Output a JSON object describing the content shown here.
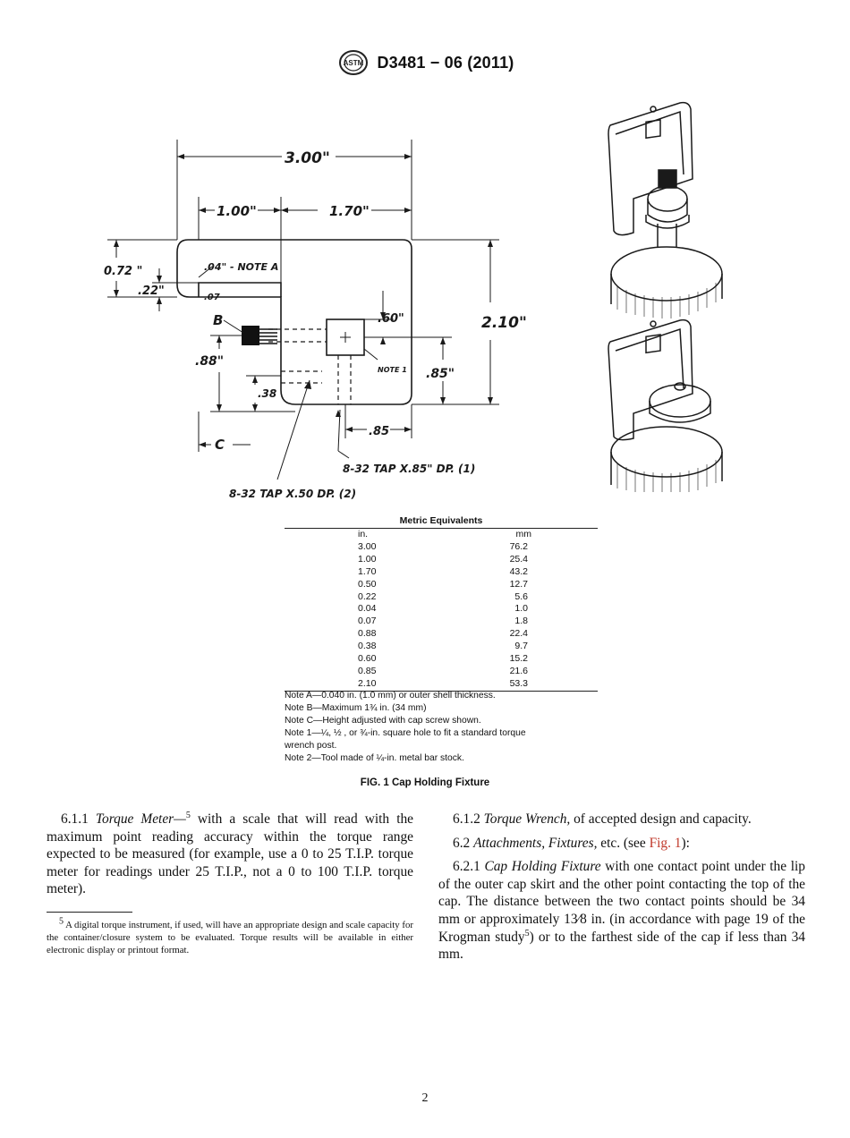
{
  "header": {
    "logo_text": "ASTM",
    "title": "D3481 − 06 (2011)"
  },
  "drawing": {
    "dimensions": {
      "overall_width": "3.00\"",
      "left_width": "1.00\"",
      "right_width": "1.70\"",
      "top_height": "0.72 \"",
      "step_height": ".22\"",
      "note_a": ".04\" - NOTE A",
      "offset_07": ".07",
      "label_b": "B",
      "hole_060": ".60\"",
      "overall_height": "2.10\"",
      "left_088": ".88\"",
      "note_1": "NOTE 1",
      "right_085": ".85\"",
      "bottom_038": ".38",
      "label_c": "C",
      "bottom_085": ".85",
      "tap_1": "8-32 TAP X.85\" DP. (1)",
      "tap_2": "8-32 TAP X.50 DP. (2)"
    }
  },
  "metric": {
    "title": "Metric Equivalents",
    "col_in": "in.",
    "col_mm": "mm",
    "rows": [
      {
        "in": "3.00",
        "mm": "76.2"
      },
      {
        "in": "1.00",
        "mm": "25.4"
      },
      {
        "in": "1.70",
        "mm": "43.2"
      },
      {
        "in": "0.50",
        "mm": "12.7"
      },
      {
        "in": "0.22",
        "mm": "5.6"
      },
      {
        "in": "0.04",
        "mm": "1.0"
      },
      {
        "in": "0.07",
        "mm": "1.8"
      },
      {
        "in": "0.88",
        "mm": "22.4"
      },
      {
        "in": "0.38",
        "mm": "9.7"
      },
      {
        "in": "0.60",
        "mm": "15.2"
      },
      {
        "in": "0.85",
        "mm": "21.6"
      },
      {
        "in": "2.10",
        "mm": "53.3"
      }
    ]
  },
  "notes": {
    "a": "Note A—0.040 in. (1.0 mm) or outer shell thickness.",
    "b": "Note B—Maximum 1¾ in. (34 mm)",
    "c": "Note C—Height adjusted with cap screw shown.",
    "n1_line1": "Note 1—¼, ½ , or ¾-in. square hole to fit a standard torque",
    "n1_line2": "wrench post.",
    "n2": "Note 2—Tool made of ¼-in. metal bar stock."
  },
  "figure_caption": "FIG. 1 Cap Holding Fixture",
  "left_column": {
    "p1_num": "6.1.1",
    "p1_term": "Torque Meter—",
    "p1_sup": "5",
    "p1_text": " with a scale that will read with the maximum point reading accuracy within the torque range expected to be measured (for example, use a 0 to 25 T.I.P. torque meter for readings under 25 T.I.P., not a 0 to 100 T.I.P. torque meter)."
  },
  "footnote": {
    "num": "5",
    "text": " A digital torque instrument, if used, will have an appropriate design and scale capacity for the container/closure system to be evaluated. Torque results will be available in either electronic display or printout format."
  },
  "right_column": {
    "p1_num": "6.1.2",
    "p1_term": "Torque Wrench,",
    "p1_text": " of accepted design and capacity.",
    "p2_num": "6.2",
    "p2_term": "Attachments, Fixtures,",
    "p2_text_a": " etc. (see ",
    "p2_link": "Fig. 1",
    "p2_text_b": "):",
    "p3_num": "6.2.1",
    "p3_term": "Cap Holding Fixture",
    "p3_text_a": " with one contact point under the lip of the outer cap skirt and the other point contacting the top of the cap. The distance between the two contact points should be 34 mm or approximately 1",
    "p3_frac": "3⁄8",
    "p3_text_b": " in. (in accordance with page 19 of the Krogman study",
    "p3_sup": "5",
    "p3_text_c": ") or to the farthest side of the cap if less than 34 mm."
  },
  "page_number": "2"
}
